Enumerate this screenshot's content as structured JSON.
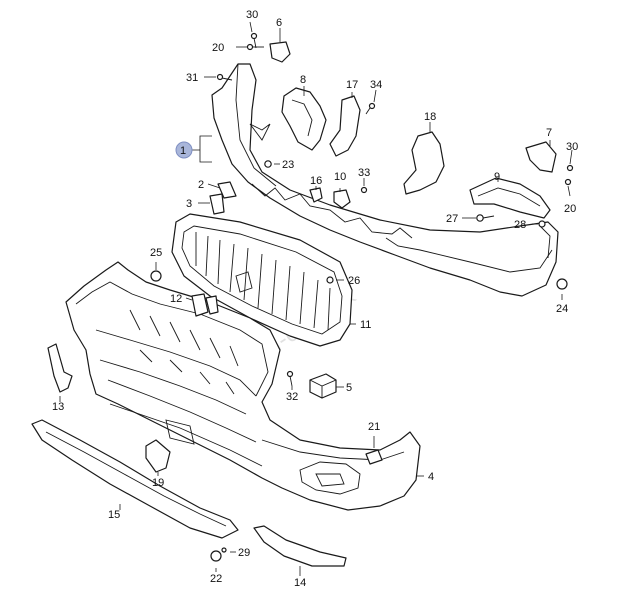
{
  "diagram": {
    "watermark": "www.suzuki-diely.sk",
    "highlight_color": "#a9b6da",
    "callouts": [
      {
        "id": "c1",
        "label": "1",
        "highlighted": true
      },
      {
        "id": "c2",
        "label": "2"
      },
      {
        "id": "c3",
        "label": "3"
      },
      {
        "id": "c4",
        "label": "4"
      },
      {
        "id": "c5",
        "label": "5"
      },
      {
        "id": "c6",
        "label": "6"
      },
      {
        "id": "c7",
        "label": "7"
      },
      {
        "id": "c8",
        "label": "8"
      },
      {
        "id": "c9",
        "label": "9"
      },
      {
        "id": "c10",
        "label": "10"
      },
      {
        "id": "c11",
        "label": "11"
      },
      {
        "id": "c12",
        "label": "12"
      },
      {
        "id": "c13",
        "label": "13"
      },
      {
        "id": "c14",
        "label": "14"
      },
      {
        "id": "c15",
        "label": "15"
      },
      {
        "id": "c16",
        "label": "16"
      },
      {
        "id": "c17",
        "label": "17"
      },
      {
        "id": "c18",
        "label": "18"
      },
      {
        "id": "c19",
        "label": "19"
      },
      {
        "id": "c20a",
        "label": "20"
      },
      {
        "id": "c20b",
        "label": "20"
      },
      {
        "id": "c21",
        "label": "21"
      },
      {
        "id": "c22",
        "label": "22"
      },
      {
        "id": "c23",
        "label": "23"
      },
      {
        "id": "c24",
        "label": "24"
      },
      {
        "id": "c25",
        "label": "25"
      },
      {
        "id": "c26",
        "label": "26"
      },
      {
        "id": "c27",
        "label": "27"
      },
      {
        "id": "c28",
        "label": "28"
      },
      {
        "id": "c29",
        "label": "29"
      },
      {
        "id": "c30a",
        "label": "30"
      },
      {
        "id": "c30b",
        "label": "30"
      },
      {
        "id": "c31",
        "label": "31"
      },
      {
        "id": "c32",
        "label": "32"
      },
      {
        "id": "c33",
        "label": "33"
      },
      {
        "id": "c34",
        "label": "34"
      }
    ]
  }
}
